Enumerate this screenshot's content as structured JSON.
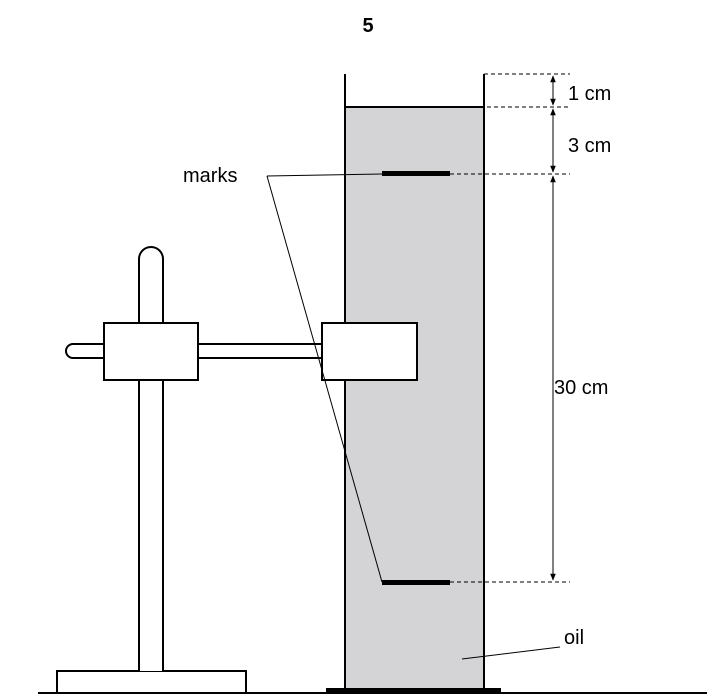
{
  "page_number": "5",
  "labels": {
    "marks": "marks",
    "oil": "oil",
    "dim_top": "1 cm",
    "dim_gap": "3 cm",
    "dim_between_marks": "30 cm"
  },
  "colors": {
    "oil": "#d4d4d6",
    "ink": "#000000",
    "background": "#ffffff"
  }
}
